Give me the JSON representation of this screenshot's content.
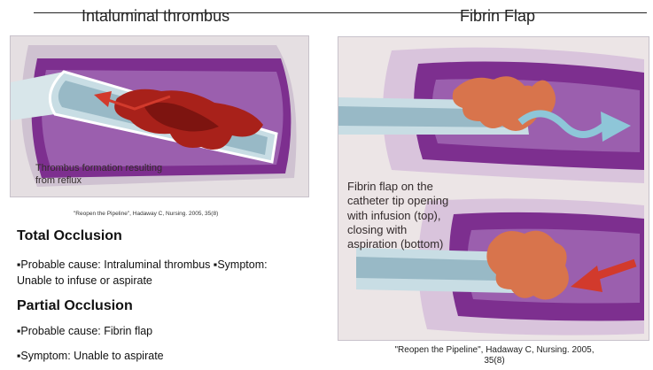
{
  "headings": {
    "left": "Intaluminal thrombus",
    "right": "Fibrin Flap"
  },
  "left_panel": {
    "overlay_text": "Thrombus formation resulting from reflux",
    "citation": "\"Reopen the Pipeline\", Hadaway C, Nursing. 2005, 35(8)"
  },
  "total_occlusion": {
    "title": "Total Occlusion",
    "line1": "▪Probable cause: Intraluminal thrombus ▪Symptom:",
    "line2": "Unable to infuse or aspirate"
  },
  "partial_occlusion": {
    "title": "Partial Occlusion",
    "cause": "▪Probable cause: Fibrin flap",
    "symptom": "▪Symptom: Unable to aspirate"
  },
  "right_panel": {
    "overlay_text": "Fibrin flap on the catheter tip opening with infusion (top), closing with aspiration (bottom)",
    "citation": "\"Reopen the Pipeline\", Hadaway C, Nursing. 2005, 35(8)"
  },
  "colors": {
    "vessel_purple": "#7d2f8f",
    "vessel_light": "#d9c4dc",
    "catheter": "#c8dde4",
    "clot_red": "#a8211a",
    "fibrin_orange": "#d8744c",
    "arrow_red": "#d23a2c",
    "arrow_blue": "#8ec6d8"
  }
}
